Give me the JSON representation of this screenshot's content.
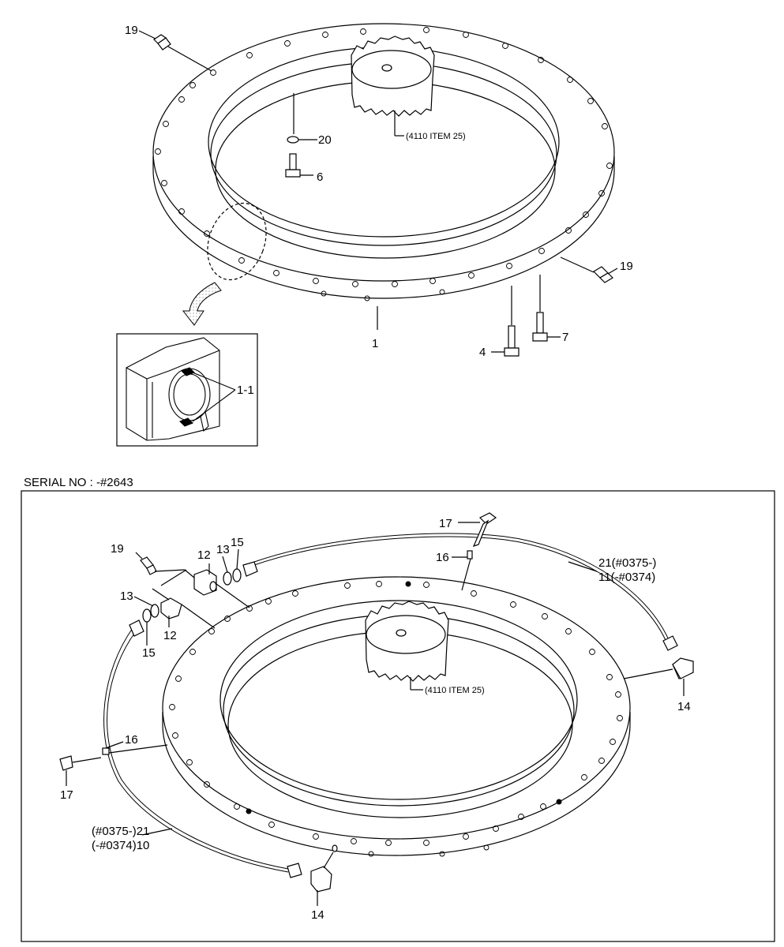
{
  "upper_view": {
    "gear_ref": "(4110 ITEM 25)",
    "callouts": {
      "nipple_top": "19",
      "washer": "20",
      "bolt_top": "6",
      "nipple_right": "19",
      "ring": "1",
      "bolt_4": "4",
      "bolt_7": "7",
      "detail": "1-1"
    }
  },
  "serial_label": "SERIAL NO : -#2643",
  "lower_view": {
    "gear_ref": "(4110 ITEM 25)",
    "callouts": {
      "bolt_top": "17",
      "clamp_top": "16",
      "hose_right_a": "21(#0375-)",
      "hose_right_b": "11(-#0374)",
      "nipple": "19",
      "connector_a": "12",
      "oring_a": "13",
      "nut_a": "15",
      "oring_b": "13",
      "connector_b": "12",
      "nut_b": "15",
      "clamp_left": "16",
      "bolt_left": "17",
      "hose_left_a": "(#0375-)21",
      "hose_left_b": "(-#0374)10",
      "elbow_right": "14",
      "elbow_bottom": "14"
    }
  }
}
